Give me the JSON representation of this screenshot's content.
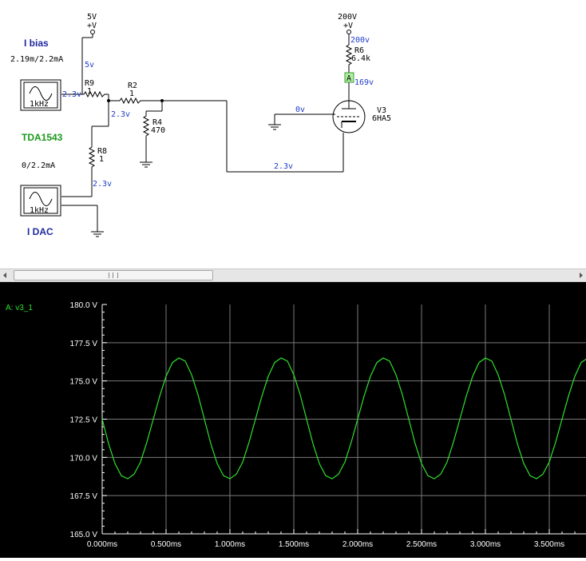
{
  "schematic": {
    "supply_5v": {
      "name": "5V",
      "symbol": "+V"
    },
    "supply_200v": {
      "name": "200V",
      "symbol": "+V"
    },
    "ibias": {
      "title": "I bias",
      "value": "2.19m/2.2mA",
      "freq": "1kHz"
    },
    "idac": {
      "title": "I DAC",
      "value": "0/2.2mA",
      "freq": "1kHz"
    },
    "chip_label": "TDA1543",
    "resistors": {
      "r9": {
        "name": "R9",
        "value": "1"
      },
      "r2": {
        "name": "R2",
        "value": "1"
      },
      "r4": {
        "name": "R4",
        "value": "470"
      },
      "r8": {
        "name": "R8",
        "value": "1"
      },
      "r6": {
        "name": "R6",
        "value": "6.4k"
      }
    },
    "tube": {
      "name": "V3",
      "model": "6HA5"
    },
    "probe_tag": "A",
    "voltages": {
      "v_5v": "5v",
      "v_ibias": "2.3v",
      "v_node": "2.3v",
      "v_dac": "2.3v",
      "v_grid": "0v",
      "v_cathode": "2.3v",
      "v_200": "200v",
      "v_plate": "169v"
    }
  },
  "chart_data": {
    "type": "line",
    "title": "",
    "legend": [
      "A: v3_1"
    ],
    "x_tick_labels": [
      "0.000ms",
      "0.500ms",
      "1.000ms",
      "1.500ms",
      "2.000ms",
      "2.500ms",
      "3.000ms",
      "3.500ms"
    ],
    "y_tick_labels": [
      "180.0 V",
      "177.5 V",
      "175.0 V",
      "172.5 V",
      "170.0 V",
      "167.5 V",
      "165.0 V"
    ],
    "xlim": [
      0,
      3.8
    ],
    "ylim": [
      165.0,
      180.0
    ],
    "x_unit": "ms",
    "y_unit": "V",
    "grid": true,
    "series": [
      {
        "name": "A: v3_1",
        "color": "#2ee02e",
        "x": [
          0,
          0.05,
          0.1,
          0.15,
          0.2,
          0.25,
          0.3,
          0.35,
          0.4,
          0.45,
          0.5,
          0.55,
          0.6,
          0.65,
          0.7,
          0.75,
          0.8,
          0.85,
          0.9,
          0.95,
          1.0,
          1.05,
          1.1,
          1.15,
          1.2,
          1.25,
          1.3,
          1.35,
          1.4,
          1.45,
          1.5,
          1.55,
          1.6,
          1.65,
          1.7,
          1.75,
          1.8,
          1.85,
          1.9,
          1.95,
          2.0,
          2.05,
          2.1,
          2.15,
          2.2,
          2.25,
          2.3,
          2.35,
          2.4,
          2.45,
          2.5,
          2.55,
          2.6,
          2.65,
          2.7,
          2.75,
          2.8,
          2.85,
          2.9,
          2.95,
          3.0,
          3.05,
          3.1,
          3.15,
          3.2,
          3.25,
          3.3,
          3.35,
          3.4,
          3.45,
          3.5,
          3.55,
          3.6,
          3.65,
          3.7,
          3.75,
          3.8
        ],
        "y": [
          172.5,
          170.9,
          169.6,
          168.8,
          168.6,
          168.9,
          169.7,
          171.0,
          172.5,
          174.0,
          175.3,
          176.2,
          176.5,
          176.3,
          175.4,
          174.1,
          172.5,
          170.9,
          169.6,
          168.8,
          168.6,
          168.9,
          169.7,
          171.0,
          172.5,
          174.0,
          175.3,
          176.2,
          176.5,
          176.3,
          175.4,
          174.1,
          172.5,
          170.9,
          169.6,
          168.8,
          168.6,
          168.9,
          169.7,
          171.0,
          172.5,
          174.0,
          175.3,
          176.2,
          176.5,
          176.3,
          175.4,
          174.1,
          172.5,
          170.9,
          169.6,
          168.8,
          168.6,
          168.9,
          169.7,
          171.0,
          172.5,
          174.0,
          175.3,
          176.2,
          176.5,
          176.3,
          175.4,
          174.1,
          172.5,
          170.9,
          169.6,
          168.8,
          168.6,
          168.9,
          169.7,
          171.0,
          172.5,
          174.0,
          175.3,
          176.2,
          176.5
        ]
      }
    ]
  }
}
